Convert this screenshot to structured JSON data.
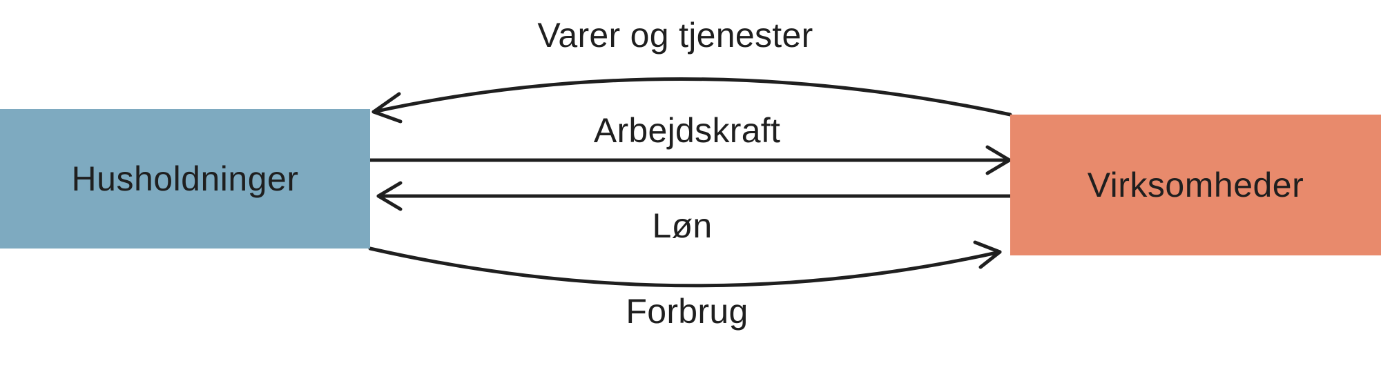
{
  "nodes": {
    "left": {
      "label": "Husholdninger",
      "color": "#7eaac0"
    },
    "right": {
      "label": "Virksomheder",
      "color": "#e88a6c"
    }
  },
  "flows": {
    "goods_services": "Varer og tjenester",
    "labour": "Arbejdskraft",
    "wage": "Løn",
    "consumption": "Forbrug"
  },
  "colors": {
    "line": "#1f1f1f",
    "text": "#1f1f1f",
    "background": "#ffffff"
  }
}
